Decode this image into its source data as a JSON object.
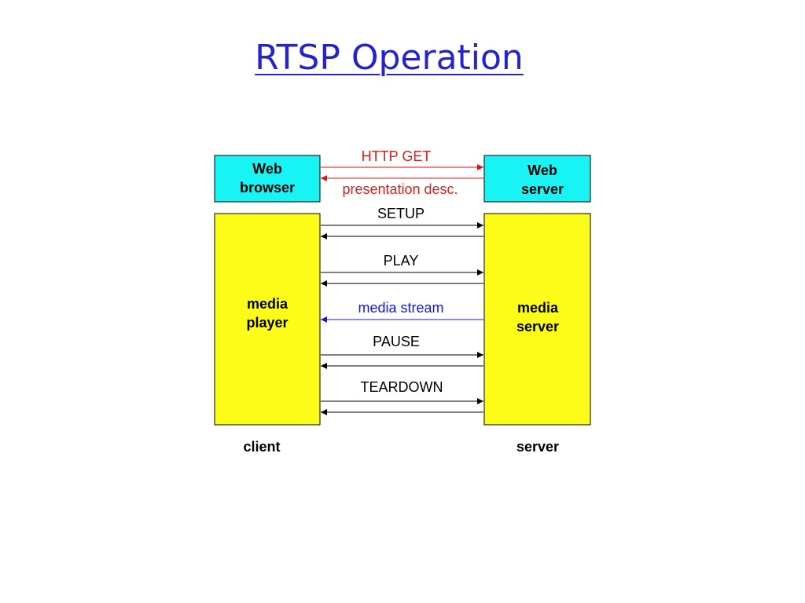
{
  "title": "RTSP Operation",
  "colors": {
    "title": "#2424c8",
    "web_box_fill": "#18f4f4",
    "media_box_fill": "#fcfc18",
    "http_arrow": "#e01010",
    "http_label": "#d42020",
    "stream_arrow": "#1818d0",
    "control_arrow": "#000000"
  },
  "boxes": {
    "web_browser": {
      "line1": "Web",
      "line2": "browser"
    },
    "web_server": {
      "line1": "Web",
      "line2": "server"
    },
    "media_player": {
      "line1": "media",
      "line2": "player"
    },
    "media_server": {
      "line1": "media",
      "line2": "server"
    }
  },
  "messages": {
    "http_get": "HTTP GET",
    "presentation_desc": "presentation desc.",
    "setup": "SETUP",
    "play": "PLAY",
    "media_stream": "media stream",
    "pause": "PAUSE",
    "teardown": "TEARDOWN"
  },
  "labels": {
    "client": "client",
    "server": "server"
  }
}
